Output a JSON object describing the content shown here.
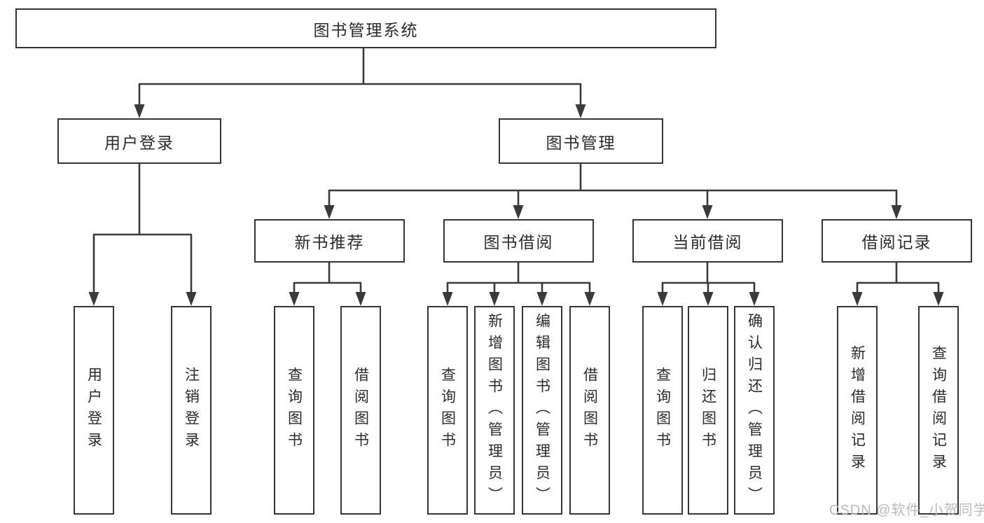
{
  "title": "图书管理系统",
  "watermark": "CSDN @软件_小贺同学",
  "colors": {
    "line": "#3a3a3a",
    "box_border": "#363636",
    "text": "#2b2b2b",
    "watermark": "#b7bbc0",
    "background": "#ffffff"
  },
  "tree": {
    "root": {
      "label": "图书管理系统"
    },
    "branches": [
      {
        "label": "用户登录",
        "children": [
          "用户登录",
          "注销登录"
        ]
      },
      {
        "label": "图书管理",
        "sections": [
          {
            "label": "新书推荐",
            "children": [
              "查询图书",
              "借阅图书"
            ]
          },
          {
            "label": "图书借阅",
            "children": [
              "查询图书",
              "新增图书（管理员）",
              "编辑图书（管理员）",
              "借阅图书"
            ]
          },
          {
            "label": "当前借阅",
            "children": [
              "查询图书",
              "归还图书",
              "确认归还（管理员）"
            ]
          },
          {
            "label": "借阅记录",
            "children": [
              "新增借阅记录",
              "查询借阅记录"
            ]
          }
        ]
      }
    ]
  }
}
